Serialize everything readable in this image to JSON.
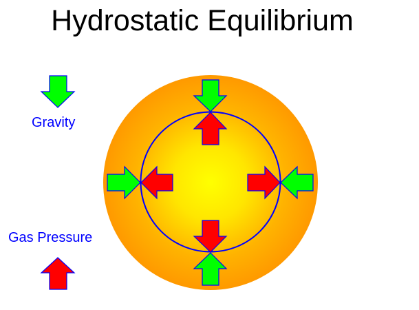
{
  "title": "Hydrostatic Equilibrium",
  "legend": {
    "gravity": {
      "label": "Gravity",
      "icon": "green-down-arrow-icon",
      "color": "#00ff00"
    },
    "gas_pressure": {
      "label": "Gas Pressure",
      "icon": "red-up-arrow-icon",
      "color": "#ff0000"
    }
  },
  "colors": {
    "label_text": "#0000ff",
    "arrow_outline": "#0000ff",
    "inner_boundary": "#0000ff",
    "star_core": "#ffff00",
    "star_edge": "#ff9900"
  },
  "diagram": {
    "star": "sphere-gradient",
    "boundary": "inner-shell-circle",
    "arrows": [
      {
        "position": "top",
        "gravity_direction": "down",
        "pressure_direction": "up"
      },
      {
        "position": "left",
        "gravity_direction": "right",
        "pressure_direction": "left"
      },
      {
        "position": "right",
        "gravity_direction": "left",
        "pressure_direction": "right"
      },
      {
        "position": "bottom",
        "gravity_direction": "up",
        "pressure_direction": "down"
      }
    ]
  }
}
